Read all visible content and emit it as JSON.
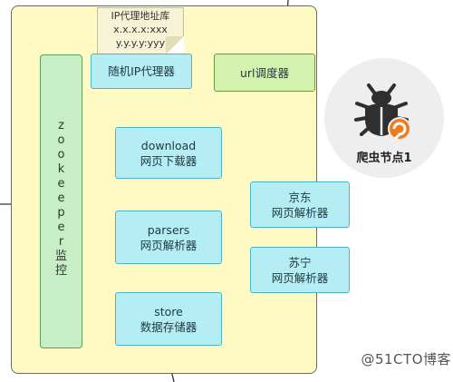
{
  "proxy_pool": {
    "title": "IP代理地址库",
    "lines": [
      "x.x.x.x:xxx",
      "y.y.y.y:yyy"
    ]
  },
  "zookeeper": {
    "letters": [
      "z",
      "o",
      "o",
      "k",
      "e",
      "e",
      "p",
      "e",
      "r",
      "监",
      "控"
    ]
  },
  "boxes": {
    "random_proxy": "随机IP代理器",
    "url_scheduler": "url调度器",
    "download_en": "download",
    "download_cn": "网页下载器",
    "parsers_en": "parsers",
    "parsers_cn": "网页解析器",
    "jd_name": "京东",
    "jd_cn": "网页解析器",
    "suning_name": "苏宁",
    "suning_cn": "网页解析器",
    "store_en": "store",
    "store_cn": "数据存储器"
  },
  "node": {
    "label": "爬虫节点1",
    "icon": "bug-icon"
  },
  "watermark": "@51CTO博客",
  "colors": {
    "panel": "#fff9c4",
    "cyan_box": "#b4edf4",
    "green_box": "#d3f2ad",
    "zookeeper": "#c8eec8",
    "accent_orange": "#ee7c1e"
  }
}
